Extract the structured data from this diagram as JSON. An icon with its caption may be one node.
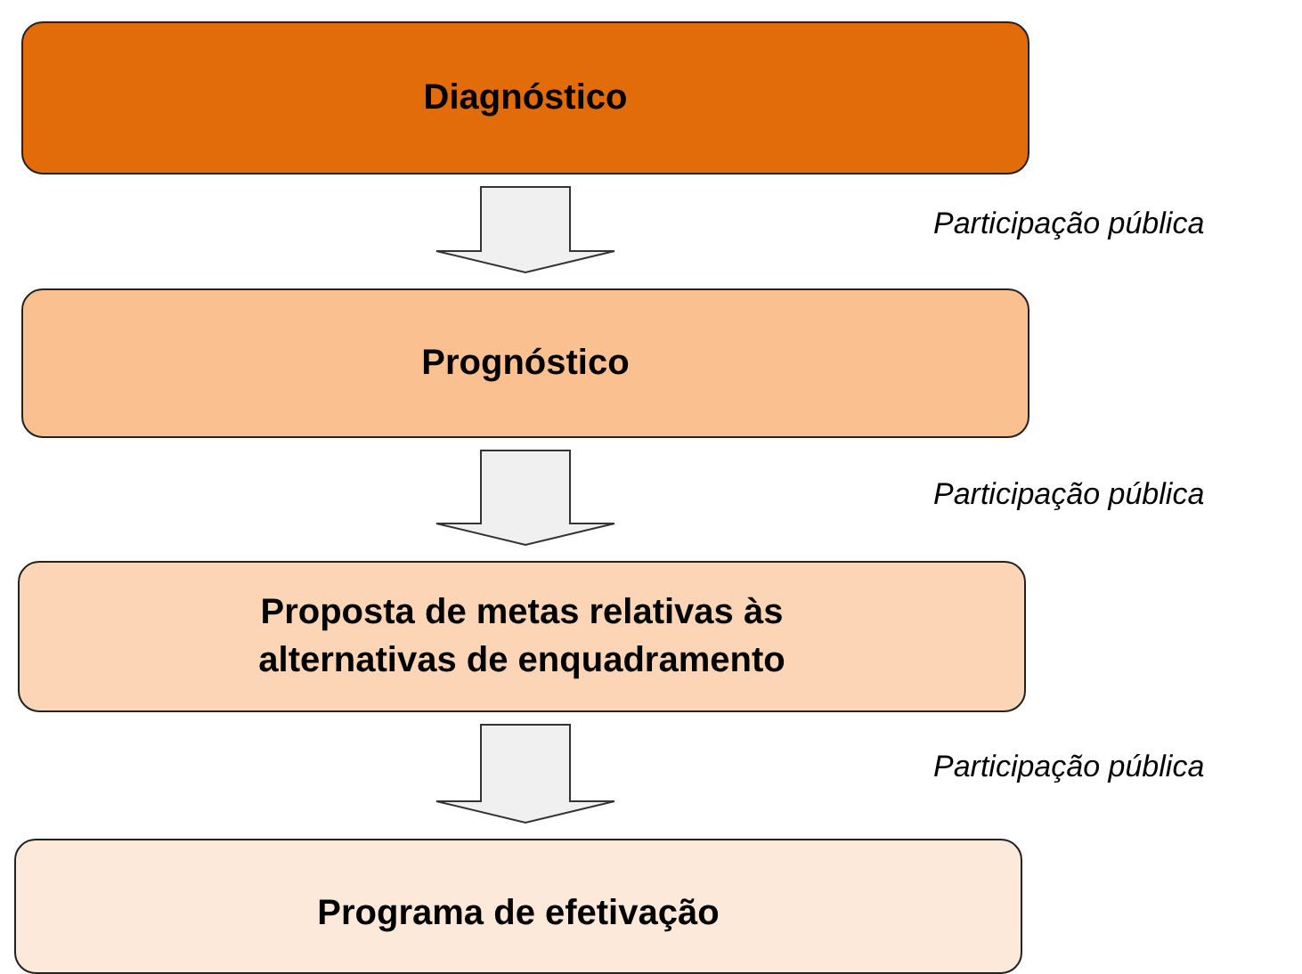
{
  "diagram": {
    "nodes": [
      {
        "text": [
          "Diagnóstico"
        ]
      },
      {
        "text": [
          "Prognóstico"
        ]
      },
      {
        "text": [
          "Proposta de metas relativas às alternativas de enquadramento"
        ]
      },
      {
        "text": [
          "Programa de efetivação"
        ]
      }
    ],
    "edges": [
      {
        "from": 0,
        "to": 1,
        "arrow": "to"
      },
      {
        "from": 1,
        "to": 2,
        "arrow": "to"
      },
      {
        "from": 2,
        "to": 3,
        "arrow": "to"
      }
    ],
    "labels": [
      "Participação pública",
      "Participação pública",
      "Participação pública"
    ]
  }
}
